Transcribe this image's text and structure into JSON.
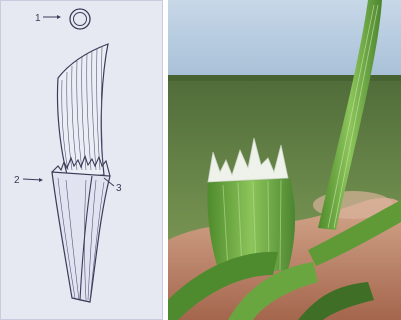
{
  "diagram": {
    "labels": [
      {
        "id": "label-1",
        "text": "1"
      },
      {
        "id": "label-2",
        "text": "2"
      },
      {
        "id": "label-3",
        "text": "3"
      }
    ]
  },
  "colors": {
    "paper": "#e6e8f2",
    "ink": "#3a3c58",
    "sky": "#b9cfe2",
    "field": "#5f7a45",
    "leaf": "#7fb848",
    "ligule": "#eef2ea",
    "hand": "#c79a7e"
  }
}
